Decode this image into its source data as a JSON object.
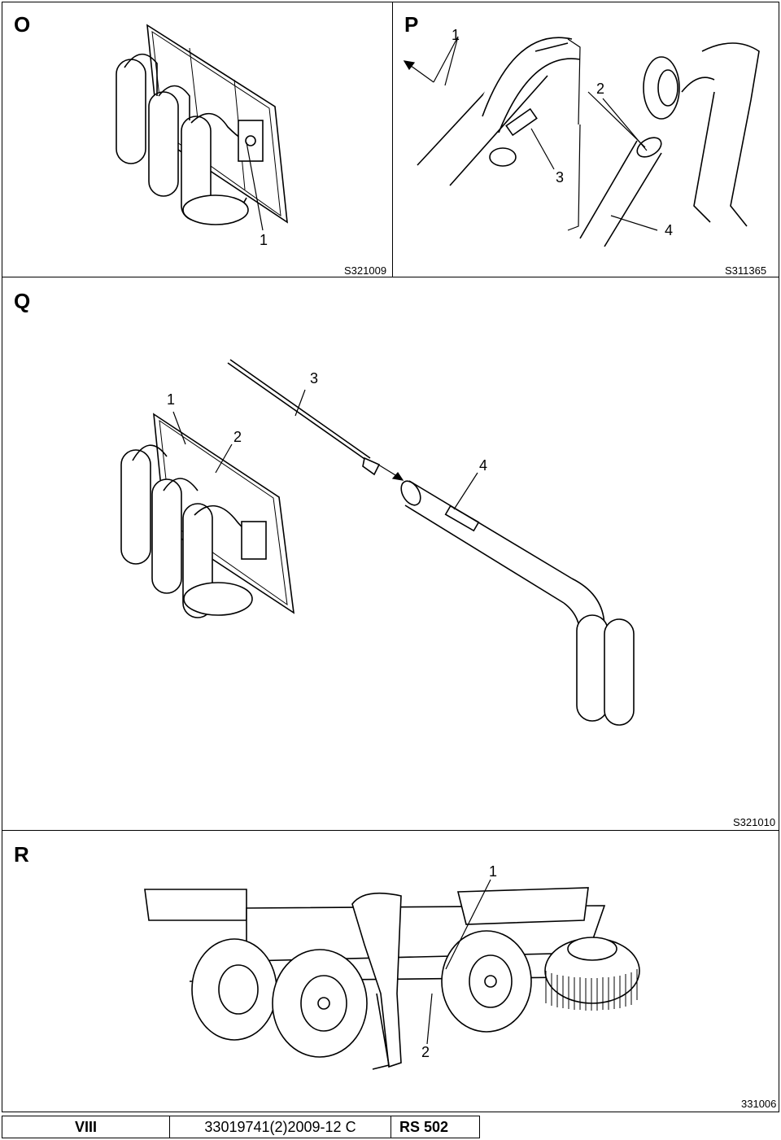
{
  "panels": {
    "o": {
      "letter": "O",
      "code": "S321009",
      "callouts": [
        "1"
      ]
    },
    "p": {
      "letter": "P",
      "code": "S311365",
      "callouts": [
        "1",
        "2",
        "3",
        "4"
      ]
    },
    "q": {
      "letter": "Q",
      "code": "S321010",
      "callouts": [
        "1",
        "2",
        "3",
        "4"
      ]
    },
    "r": {
      "letter": "R",
      "code": "331006",
      "callouts": [
        "1",
        "2"
      ]
    }
  },
  "footer": {
    "page": "VIII",
    "doc_number": "33019741(2)2009-12 C",
    "model": "RS 502"
  }
}
